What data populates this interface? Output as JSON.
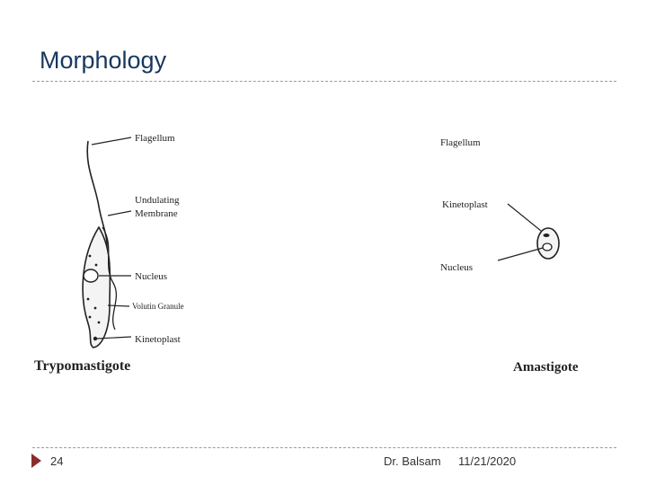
{
  "slide": {
    "title": "Morphology",
    "page_number": "24",
    "author": "Dr. Balsam",
    "date": "11/21/2020"
  },
  "figure": {
    "trypomastigote": {
      "name": "Trypomastigote",
      "labels": [
        "Flagellum",
        "Undulating",
        "Membrane",
        "Nucleus",
        "Volutin Granule",
        "Kinetoplast"
      ]
    },
    "amastigote": {
      "name": "Amastigote",
      "labels": [
        "Flagellum",
        "Kinetoplast",
        "Nucleus"
      ]
    }
  },
  "colors": {
    "title": "#17375e",
    "bullet": "#8b2c2c",
    "rule": "#9a9a9a"
  }
}
